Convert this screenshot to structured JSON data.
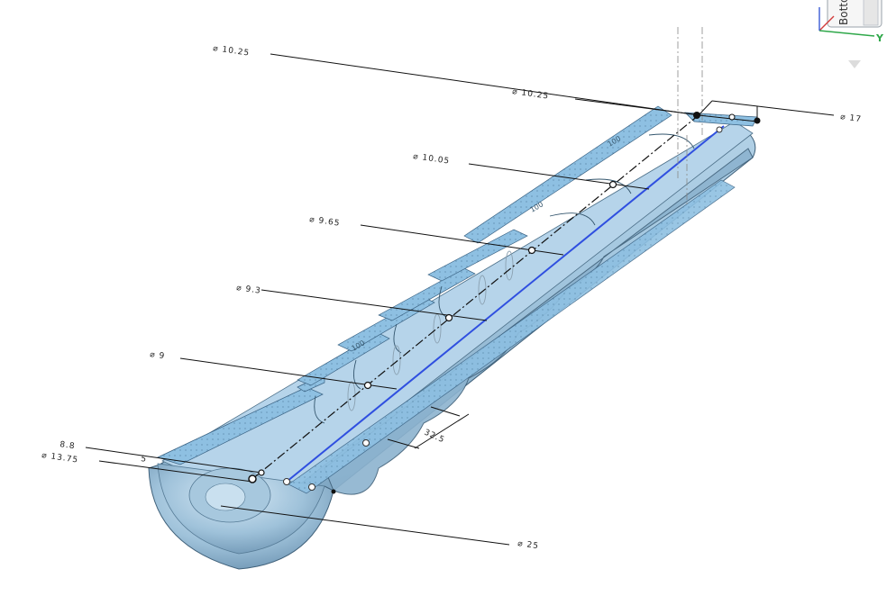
{
  "viewcube": {
    "face_label": "Bottom",
    "axis_y_label": "Y",
    "axis_colors": {
      "x": "#d23c3c",
      "y": "#2fa84a",
      "z": "#3a5bd6"
    }
  },
  "colors": {
    "body": "#a9cbe3",
    "body_dark": "#7ea6c2",
    "section": "#8fbfe0",
    "centerline": "#2f4fe0",
    "dimension": "#111111"
  },
  "dimensions": {
    "d1": "⌀ 10.25",
    "d2": "⌀ 10.25",
    "d3": "⌀ 10.05",
    "d4": "⌀ 9.65",
    "d5": "⌀ 9.3",
    "d6": "⌀ 9",
    "d7": "8.8",
    "d8": "⌀ 13.75",
    "d9": "⌀ 25",
    "d10": "⌀ 17",
    "d11": "32.5",
    "d12": "5"
  },
  "section_labels": [
    "100",
    "100",
    "100"
  ]
}
